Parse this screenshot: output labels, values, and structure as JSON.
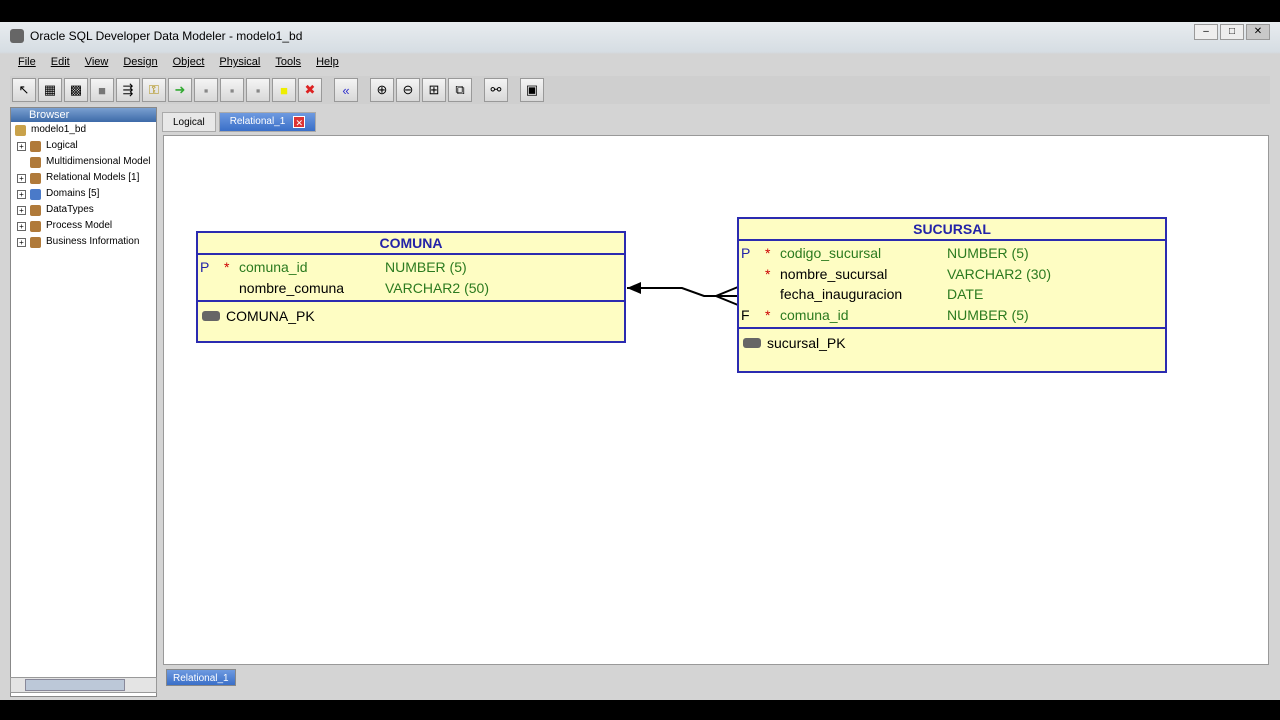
{
  "window": {
    "title": "Oracle SQL Developer Data Modeler - modelo1_bd"
  },
  "menu": [
    "File",
    "Edit",
    "View",
    "Design",
    "Object",
    "Physical",
    "Tools",
    "Help"
  ],
  "toolbar": [
    "select",
    "new-table",
    "new-view",
    "split-table",
    "merge-tables",
    "new-fk",
    "engineer",
    "gray1",
    "gray2",
    "gray3",
    "note",
    "delete",
    "engineer-to-logical",
    "zoom-in",
    "zoom-out",
    "fit-screen",
    "default-size",
    "find",
    "properties"
  ],
  "browser": {
    "title": "Browser",
    "root": "modelo1_bd",
    "items": [
      {
        "label": "Logical",
        "expandable": true
      },
      {
        "label": "Multidimensional Model",
        "expandable": false
      },
      {
        "label": "Relational Models [1]",
        "expandable": true
      },
      {
        "label": "Domains [5]",
        "expandable": true
      },
      {
        "label": "DataTypes",
        "expandable": true
      },
      {
        "label": "Process Model",
        "expandable": true
      },
      {
        "label": "Business Information",
        "expandable": true
      }
    ]
  },
  "tabs": [
    {
      "label": "Logical"
    },
    {
      "label": "Relational_1",
      "active": true
    }
  ],
  "bottom_tab": "Relational_1",
  "tables": {
    "comuna": {
      "name": "COMUNA",
      "columns": [
        {
          "flag": "P",
          "required": "*",
          "name": "comuna_id",
          "type": "NUMBER (5)"
        },
        {
          "flag": "",
          "required": "",
          "name": "nombre_comuna",
          "type": "VARCHAR2 (50)"
        }
      ],
      "key": "COMUNA_PK"
    },
    "sucursal": {
      "name": "SUCURSAL",
      "columns": [
        {
          "flag": "P",
          "required": "*",
          "name": "codigo_sucursal",
          "type": "NUMBER (5)"
        },
        {
          "flag": "",
          "required": "*",
          "name": "nombre_sucursal",
          "type": "VARCHAR2 (30)"
        },
        {
          "flag": "",
          "required": "",
          "name": "fecha_inauguracion",
          "type": "DATE"
        },
        {
          "flag": "F",
          "required": "*",
          "name": "comuna_id",
          "type": "NUMBER (5)"
        }
      ],
      "key": "sucursal_PK"
    }
  },
  "colors": {
    "table_bg": "#fefdc3",
    "table_border": "#2b2bb0",
    "column_text": "#2b7a1f",
    "header_text": "#2323a8"
  }
}
